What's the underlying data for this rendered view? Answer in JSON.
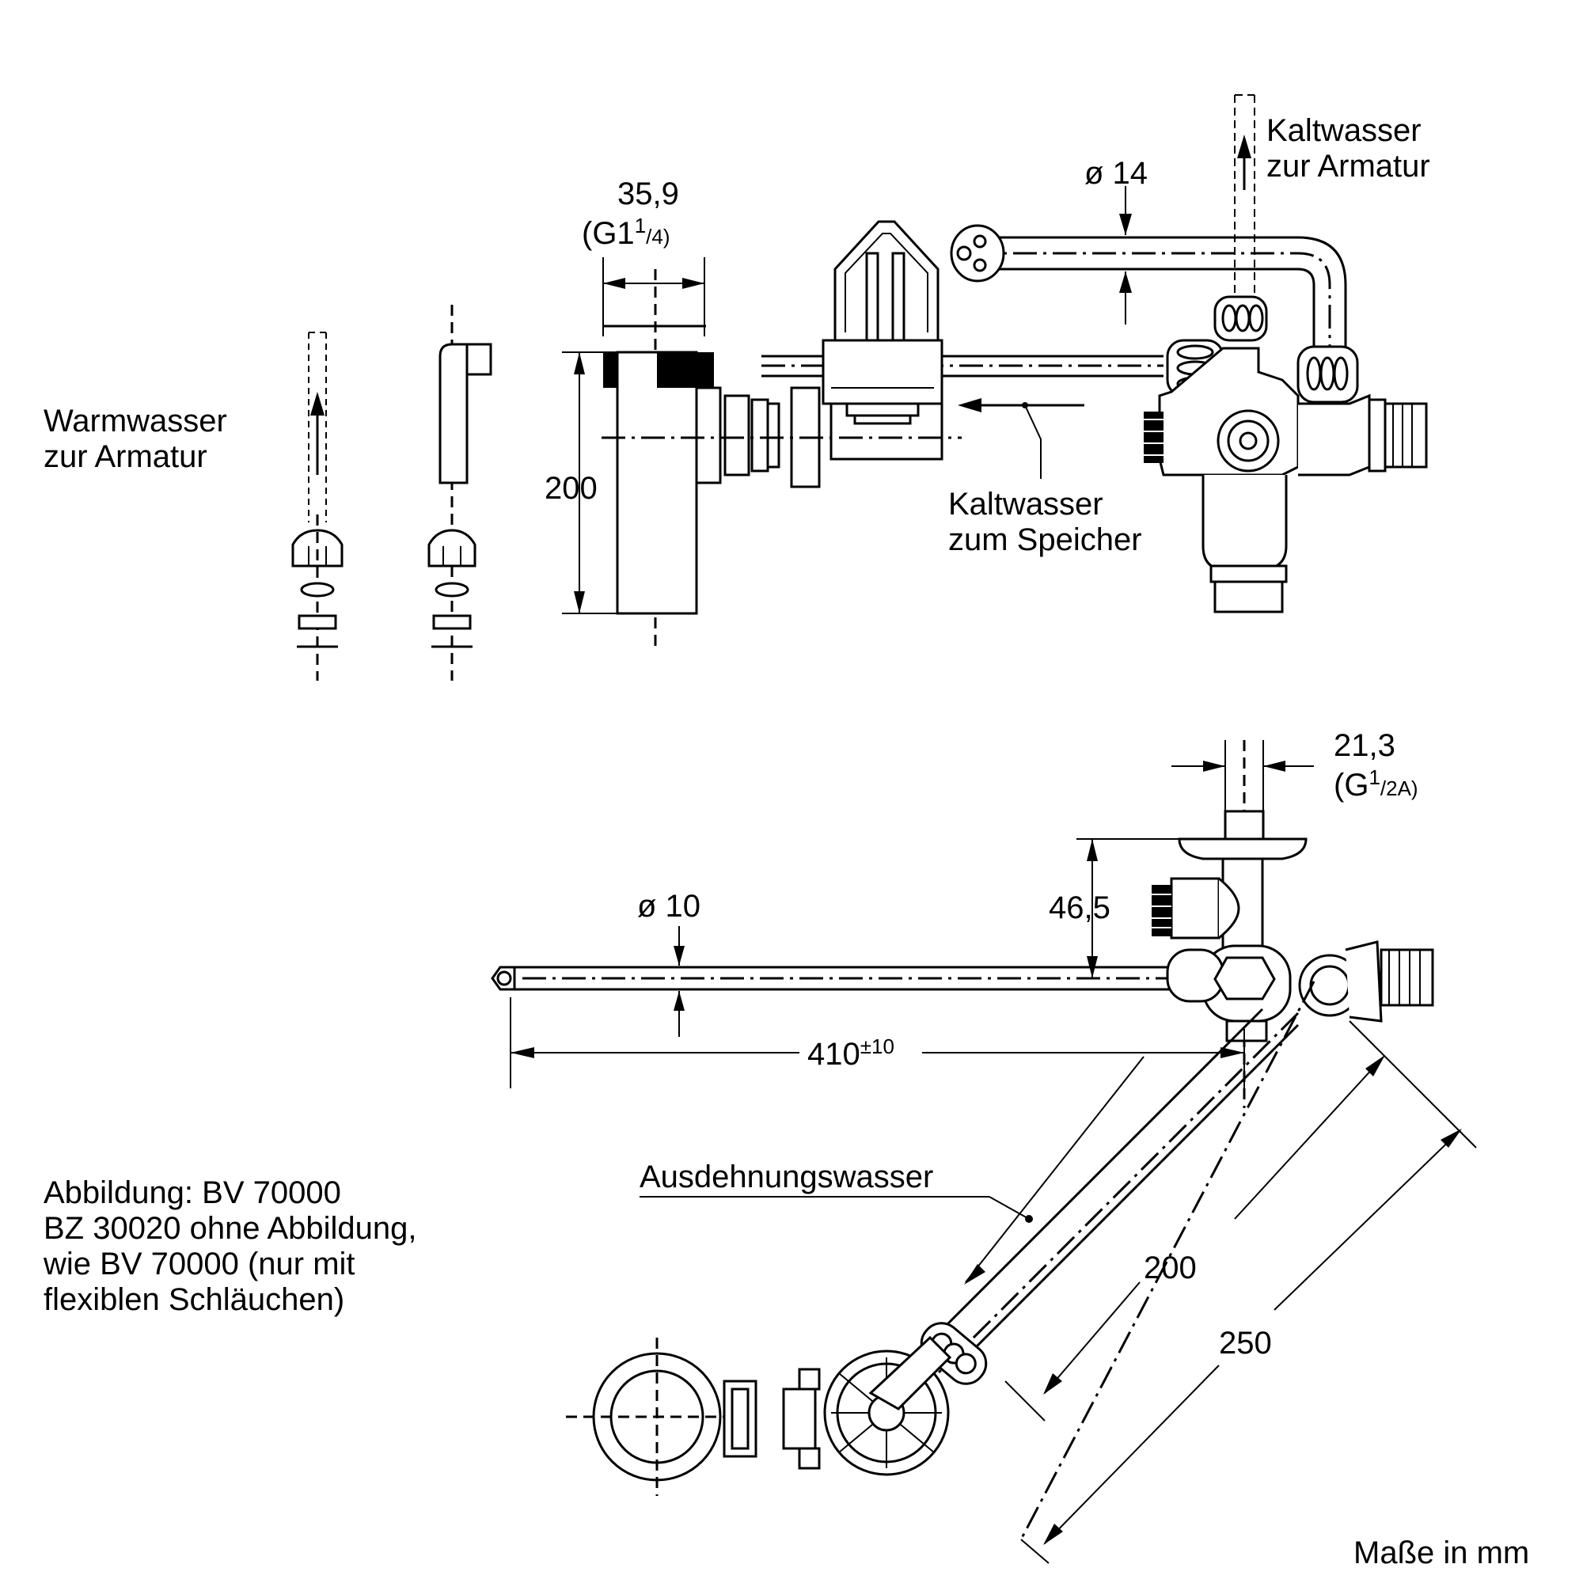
{
  "labels": {
    "warmwasser": [
      "Warmwasser",
      "zur Armatur"
    ],
    "kaltwasser_armatur": [
      "Kaltwasser",
      "zur Armatur"
    ],
    "kaltwasser_speicher": [
      "Kaltwasser",
      "zum Speicher"
    ],
    "ausdehnungswasser": "Ausdehnungswasser",
    "note": [
      "Abbildung: BV 70000",
      "BZ 30020 ohne Abbildung,",
      "wie BV 70000 (nur mit",
      "flexiblen Schläuchen)"
    ],
    "units": "Maße in mm"
  },
  "dimensions": {
    "d359": "35,9",
    "d359_thread_prefix": "(G1",
    "d359_thread_sup": "1",
    "d359_thread_sub": "/4)",
    "d14": "ø 14",
    "d200_vertical": "200",
    "d213": "21,3",
    "d213_thread_prefix": "(G",
    "d213_thread_sup": "1",
    "d213_thread_sub": "/2A)",
    "d465": "46,5",
    "d10": "ø 10",
    "d410": "410",
    "d410_tol": "±10",
    "d200_diag": "200",
    "d250": "250"
  }
}
